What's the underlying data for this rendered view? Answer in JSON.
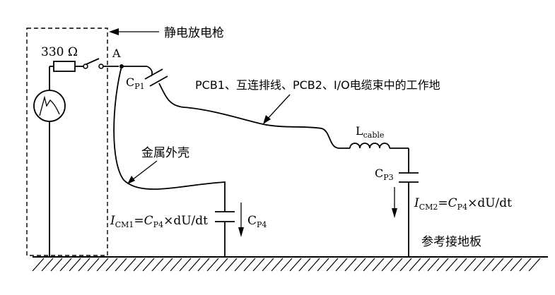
{
  "labels": {
    "esd_gun": "静电放电枪",
    "resistor": "330 Ω",
    "node_a": "A",
    "cp1_main": "C",
    "cp1_sub": "P1",
    "work_ground": "PCB1、互连排线、PCB2、I/O电缆束中的工作地",
    "metal_case": "金属外壳",
    "lcable_main": "L",
    "lcable_sub": "cable",
    "cp3_main": "C",
    "cp3_sub": "P3",
    "cp4_main": "C",
    "cp4_sub": "P4",
    "icm1_formula": "I_CM1=C_P4×dU/dt",
    "icm2_formula": "I_CM2=C_P4×dU/dt",
    "reference_plane": "参考接地板"
  },
  "formula_parts": {
    "icm1": {
      "i": "I",
      "sub": "CM1",
      "eq": "=",
      "c": "C",
      "csub": "P4",
      "rest": "×dU/dt"
    },
    "icm2": {
      "i": "I",
      "sub": "CM2",
      "eq": "=",
      "c": "C",
      "csub": "P4",
      "rest": "×dU/dt"
    }
  }
}
